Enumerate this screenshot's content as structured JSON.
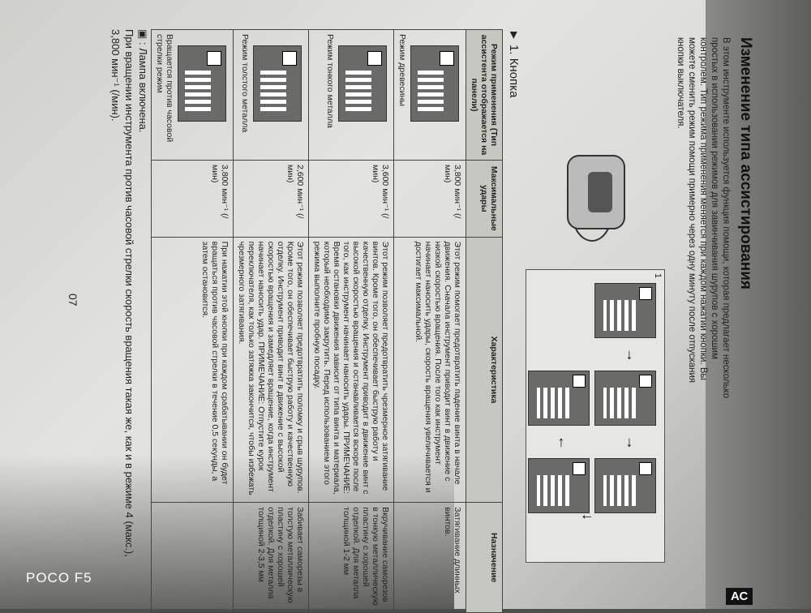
{
  "page": {
    "heading": "Изменение типа ассистирования",
    "intro": "В этом инструменте используется функция помощи, которая предлагает несколько простых в использовании режимов для завинчивания шурупов с хорошим контролем. Тип режима применения меняется при каждом нажатии кнопки. Вы можете сменить режим помощи примерно через одну минуту после отпускания кнопки выключателя.",
    "diagram_label": "1",
    "section_title": "► 1. Кнопка",
    "table": {
      "headers": [
        "Режим применения (Тип ассистента отображается на панели)",
        "Максимальные удары",
        "Характеристика",
        "Назначение"
      ],
      "rows": [
        [
          "Режим древесины",
          "3,800 мин⁻¹ (/мин)",
          "Этот режим помогает предотвратить падение винта в начале движения. Сначала инструмент приводит винт в движение с низкой скоростью вращения. После того как инструмент начинает наносить удары, скорость вращения увеличивается и достигает максимальной.",
          "Затягивание длинных винтов."
        ],
        [
          "Режим тонкого металла",
          "3,600 мин⁻¹ (/мин)",
          "Этот режим позволяет предотвратить чрезмерное затягивание винтов. Кроме того, он обеспечивает быструю работу и качественную отделку. Инструмент приводит в движение винт с высокой скоростью вращения и останавливается вскоре после того, как инструмент начинает наносить удары. ПРИМЕЧАНИЕ: Время остановки движения зависит от типа винта и материала, который необходимо закрутить. Перед использованием этого режима выполните пробную посадку.",
          "Вкручивание саморезов в тонкую металлическую пластину с хорошей отделкой. Для металла толщиной 1-2 мм"
        ],
        [
          "Режим толстого металла",
          "2,600 мин⁻¹ (/мин)",
          "Этот режим позволяет предотвратить поломку и срыв шурупов. Кроме того, он обеспечивает быструю работу и качественную отделку. Инструмент приводит винт в движение с высокой скоростью вращения и замедляет вращение, когда инструмент начинает наносить удар. ПРИМЕЧАНИЕ: Отпустите курок переключателя, как только затяжка закончится, чтобы избежать чрезмерного затягивания.",
          "Забивает саморезы в толстую металлическую пластину с хорошей отделкой. Для металла толщиной 2-3,5 мм"
        ],
        [
          "Вращается против часовой стрелки режим",
          "3,800 мин⁻¹ (/мин)",
          "При нажатии этой кнопки при каждом срабатывании он будет вращаться против часовой стрелки в течение 0,5 секунды, а затем остановится.",
          ""
        ]
      ]
    },
    "footnote_1": ": Лампа включена.",
    "footnote_2": "При вращении инструмента против часовой стрелки скорость вращения такая же, как и в режиме 4 (макс.), 3,800 мин⁻¹ (/мин).",
    "page_number": "07"
  },
  "camera_watermark": "POCO F5",
  "edge_label": "АС"
}
